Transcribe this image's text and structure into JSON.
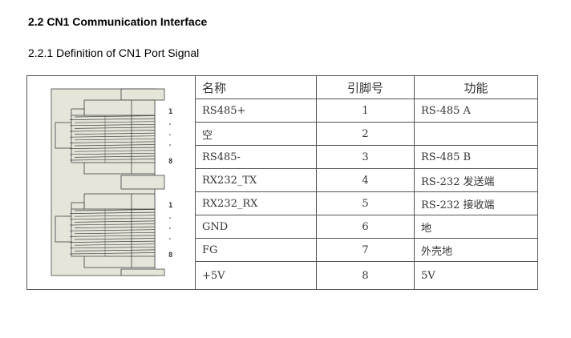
{
  "section_title": "2.2 CN1 Communication Interface",
  "subsection_title": "2.2.1 Definition of CN1 Port Signal",
  "connector_labels": {
    "top_first": "1",
    "top_last": "8",
    "bottom_first": "1",
    "bottom_last": "8"
  },
  "table": {
    "headers": [
      "名称",
      "引脚号",
      "功能"
    ],
    "rows": [
      [
        "RS485+",
        "1",
        "RS-485  A"
      ],
      [
        "空",
        "2",
        ""
      ],
      [
        "RS485-",
        "3",
        "RS-485  B"
      ],
      [
        "RX232_TX",
        "4",
        "RS-232 发送端"
      ],
      [
        "RX232_RX",
        "5",
        "RS-232 接收端"
      ],
      [
        "GND",
        "6",
        "地"
      ],
      [
        "FG",
        "7",
        "外壳地"
      ],
      [
        "+5V",
        "8",
        "5V"
      ]
    ]
  }
}
